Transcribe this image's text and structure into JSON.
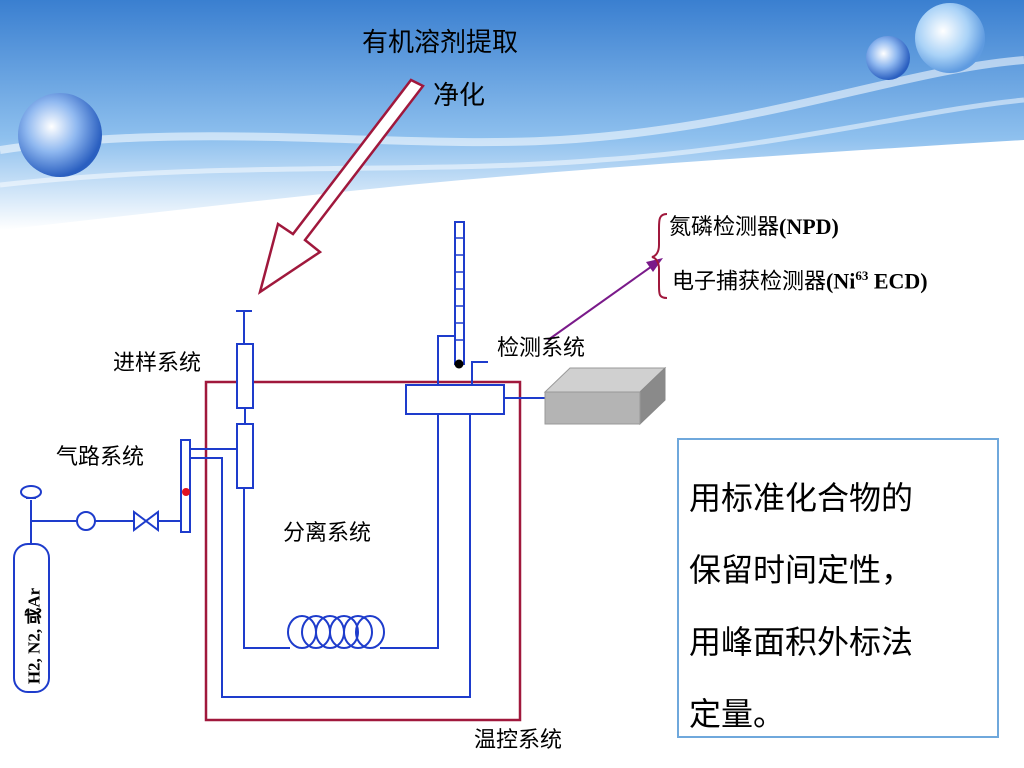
{
  "top": {
    "line1": "有机溶剂提取",
    "line2": "净化"
  },
  "detectors": {
    "item1_cn": "氮磷检测器",
    "item1_en": "(NPD)",
    "item2_cn": "电子捕获检测器",
    "item2_en_a": "(Ni",
    "item2_sup": "63",
    "item2_en_b": " ECD)"
  },
  "labels": {
    "injection": "进样系统",
    "gas_path": "气路系统",
    "detection": "检测系统",
    "separation": "分离系统",
    "temperature": "温控系统"
  },
  "gas_cylinder": {
    "label": "H2, N2, 或Ar"
  },
  "note": {
    "lines": [
      "用标准化合物的",
      "保留时间定性，",
      "用峰面积外标法",
      "定量。"
    ]
  },
  "colors": {
    "blue_line": "#1e3ccc",
    "oven_border": "#a0183c",
    "arrow": "#a0183c",
    "detector_arrow": "#7a1a8a",
    "note_border": "#6fa8dc"
  }
}
